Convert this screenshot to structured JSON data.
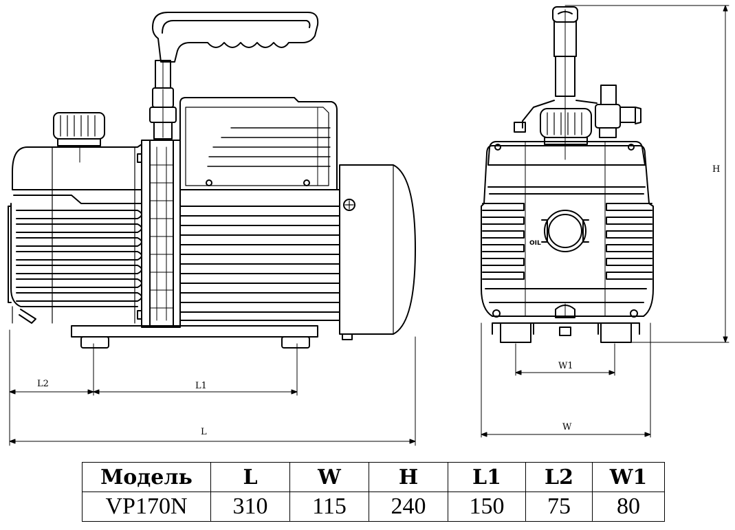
{
  "dimension_labels": {
    "L": "L",
    "L1": "L1",
    "L2": "L2",
    "W": "W",
    "W1": "W1",
    "H": "H"
  },
  "oil_label": "OIL",
  "spec_table": {
    "headers": [
      "Модель",
      "L",
      "W",
      "H",
      "L1",
      "L2",
      "W1"
    ],
    "row": [
      "VP170N",
      "310",
      "115",
      "240",
      "150",
      "75",
      "80"
    ]
  },
  "icons": [
    "vacuum-pump-side-view",
    "vacuum-pump-front-view"
  ]
}
